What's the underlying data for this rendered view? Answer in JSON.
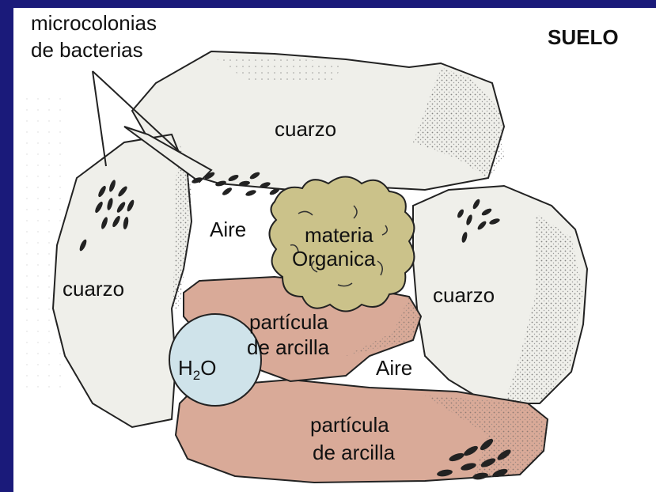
{
  "slide": {
    "title_fragment": "nos",
    "soil_label": "SUELO"
  },
  "labels": {
    "bacteria": [
      "microcolonias",
      "de bacterias"
    ],
    "quartz_top": "cuarzo",
    "quartz_left": "cuarzo",
    "quartz_right": "cuarzo",
    "air_top": "Aire",
    "air_bottom": "Aire",
    "organic_matter": [
      "materia",
      "Organica"
    ],
    "clay_top": [
      "partícula",
      "de arcilla"
    ],
    "clay_bottom": [
      "partícula",
      "de arcilla"
    ],
    "water": "H",
    "water_sub": "2",
    "water_suffix": "O"
  },
  "colors": {
    "background": "#1a1a7a",
    "panel": "#ffffff",
    "quartz": "#efefea",
    "clay": "#d9aa98",
    "organic": "#cbc28a",
    "water": "#cfe3ea",
    "bacteria": "#222222"
  }
}
